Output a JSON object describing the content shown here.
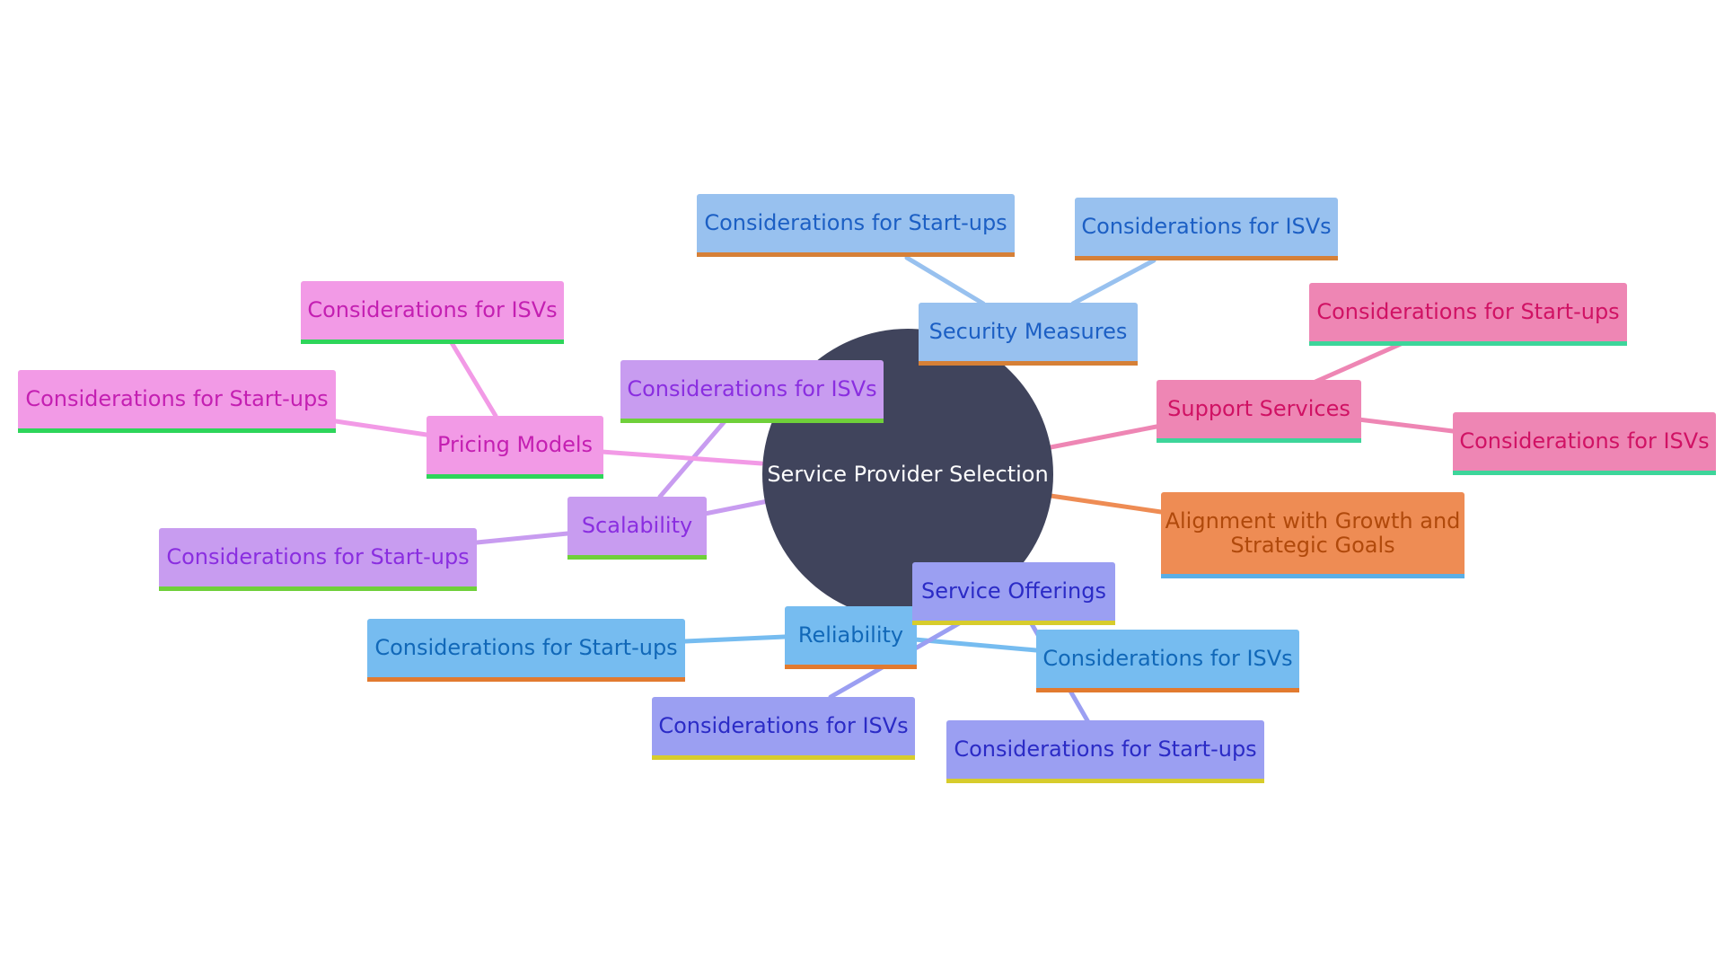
{
  "root": {
    "label": "Service Provider Selection",
    "color": "#40445c"
  },
  "branches": {
    "security": {
      "label": "Security Measures",
      "children": [
        "Considerations for Start-ups",
        "Considerations for ISVs"
      ],
      "colors": {
        "fill": "#98c1ef",
        "text": "#1c5fc4",
        "underline": "#d68037"
      }
    },
    "support": {
      "label": "Support Services",
      "children": [
        "Considerations for Start-ups",
        "Considerations for ISVs"
      ],
      "colors": {
        "fill": "#ee86b4",
        "text": "#d01264",
        "underline": "#3dd59a"
      }
    },
    "alignment": {
      "label": "Alignment with Growth and Strategic Goals",
      "children": [],
      "colors": {
        "fill": "#ee8c54",
        "text": "#b0490b",
        "underline": "#5aaee6"
      }
    },
    "reliability": {
      "label": "Reliability",
      "children": [
        "Considerations for Start-ups",
        "Considerations for ISVs"
      ],
      "colors": {
        "fill": "#76bcf0",
        "text": "#1168b8",
        "underline": "#e27a2f"
      }
    },
    "offerings": {
      "label": "Service Offerings",
      "children": [
        "Considerations for ISVs",
        "Considerations for Start-ups"
      ],
      "colors": {
        "fill": "#9b9ff2",
        "text": "#2b2bc6",
        "underline": "#d7cc2c"
      }
    },
    "scalability": {
      "label": "Scalability",
      "children": [
        "Considerations for ISVs",
        "Considerations for Start-ups"
      ],
      "colors": {
        "fill": "#c89cf0",
        "text": "#8a2ee0",
        "underline": "#6fd03a"
      }
    },
    "pricing": {
      "label": "Pricing Models",
      "children": [
        "Considerations for ISVs",
        "Considerations for Start-ups"
      ],
      "colors": {
        "fill": "#f29ae6",
        "text": "#c41fb2",
        "underline": "#2ed55a"
      }
    }
  }
}
